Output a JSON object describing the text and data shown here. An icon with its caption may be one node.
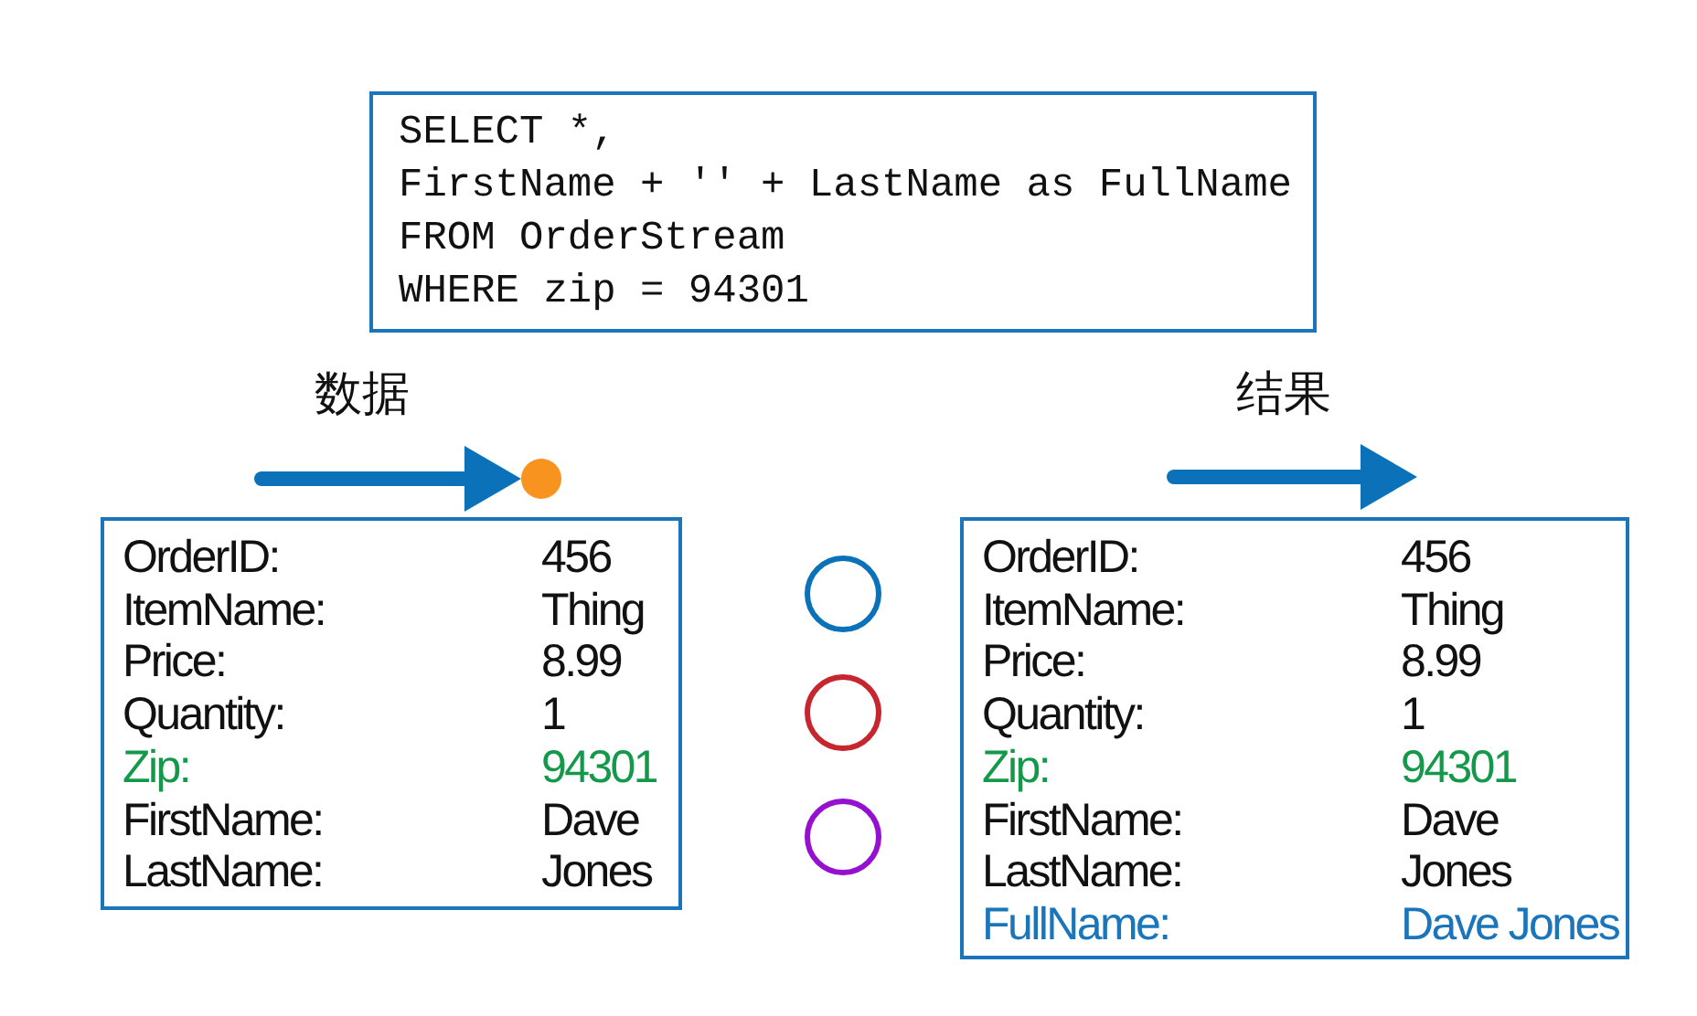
{
  "diagram": {
    "nodes": [
      {
        "text": [
          "SELECT *,",
          "FirstName + '' + LastName as FullName",
          "FROM OrderStream",
          "WHERE zip = 94301"
        ]
      },
      {
        "text": [],
        "shape": "circle"
      },
      {
        "text": [
          "OrderID:",
          "456",
          "ItemName:",
          "Thing",
          "Price:",
          "8.99",
          "Quantity:",
          "1",
          "Zip:",
          "94301",
          "FirstName:",
          "Dave",
          "LastName:",
          "Jones"
        ]
      },
      {
        "text": [],
        "shape": "circle"
      },
      {
        "text": [],
        "shape": "circle"
      },
      {
        "text": [],
        "shape": "circle"
      },
      {
        "text": [
          "OrderID:",
          "456",
          "ItemName:",
          "Thing",
          "Price:",
          "8.99",
          "Quantity:",
          "1",
          "Zip:",
          "94301",
          "FirstName:",
          "Dave",
          "LastName:",
          "Jones",
          "FullName:",
          "Dave Jones"
        ]
      }
    ],
    "edges": [
      {
        "from": null,
        "to": 1,
        "arrow": "to",
        "label": "数据"
      }
    ],
    "labels": [
      "结果"
    ]
  }
}
